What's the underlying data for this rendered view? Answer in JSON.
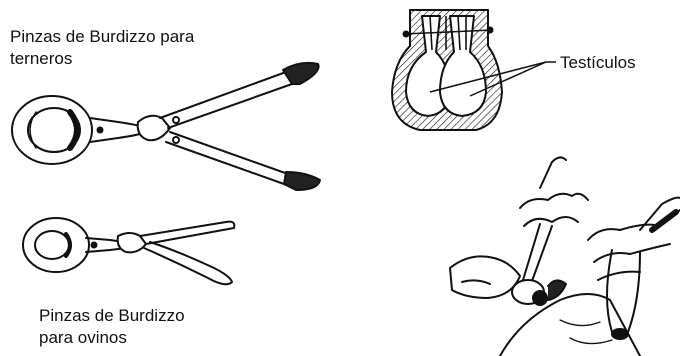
{
  "labels": {
    "calf_pliers_line1": "Pinzas de Burdizzo para",
    "calf_pliers_line2": "terneros",
    "sheep_pliers_line1": "Pinzas de Burdizzo",
    "sheep_pliers_line2": "para ovinos",
    "testicles": "Testículos"
  },
  "colors": {
    "ink": "#111111",
    "background": "#ffffff"
  }
}
